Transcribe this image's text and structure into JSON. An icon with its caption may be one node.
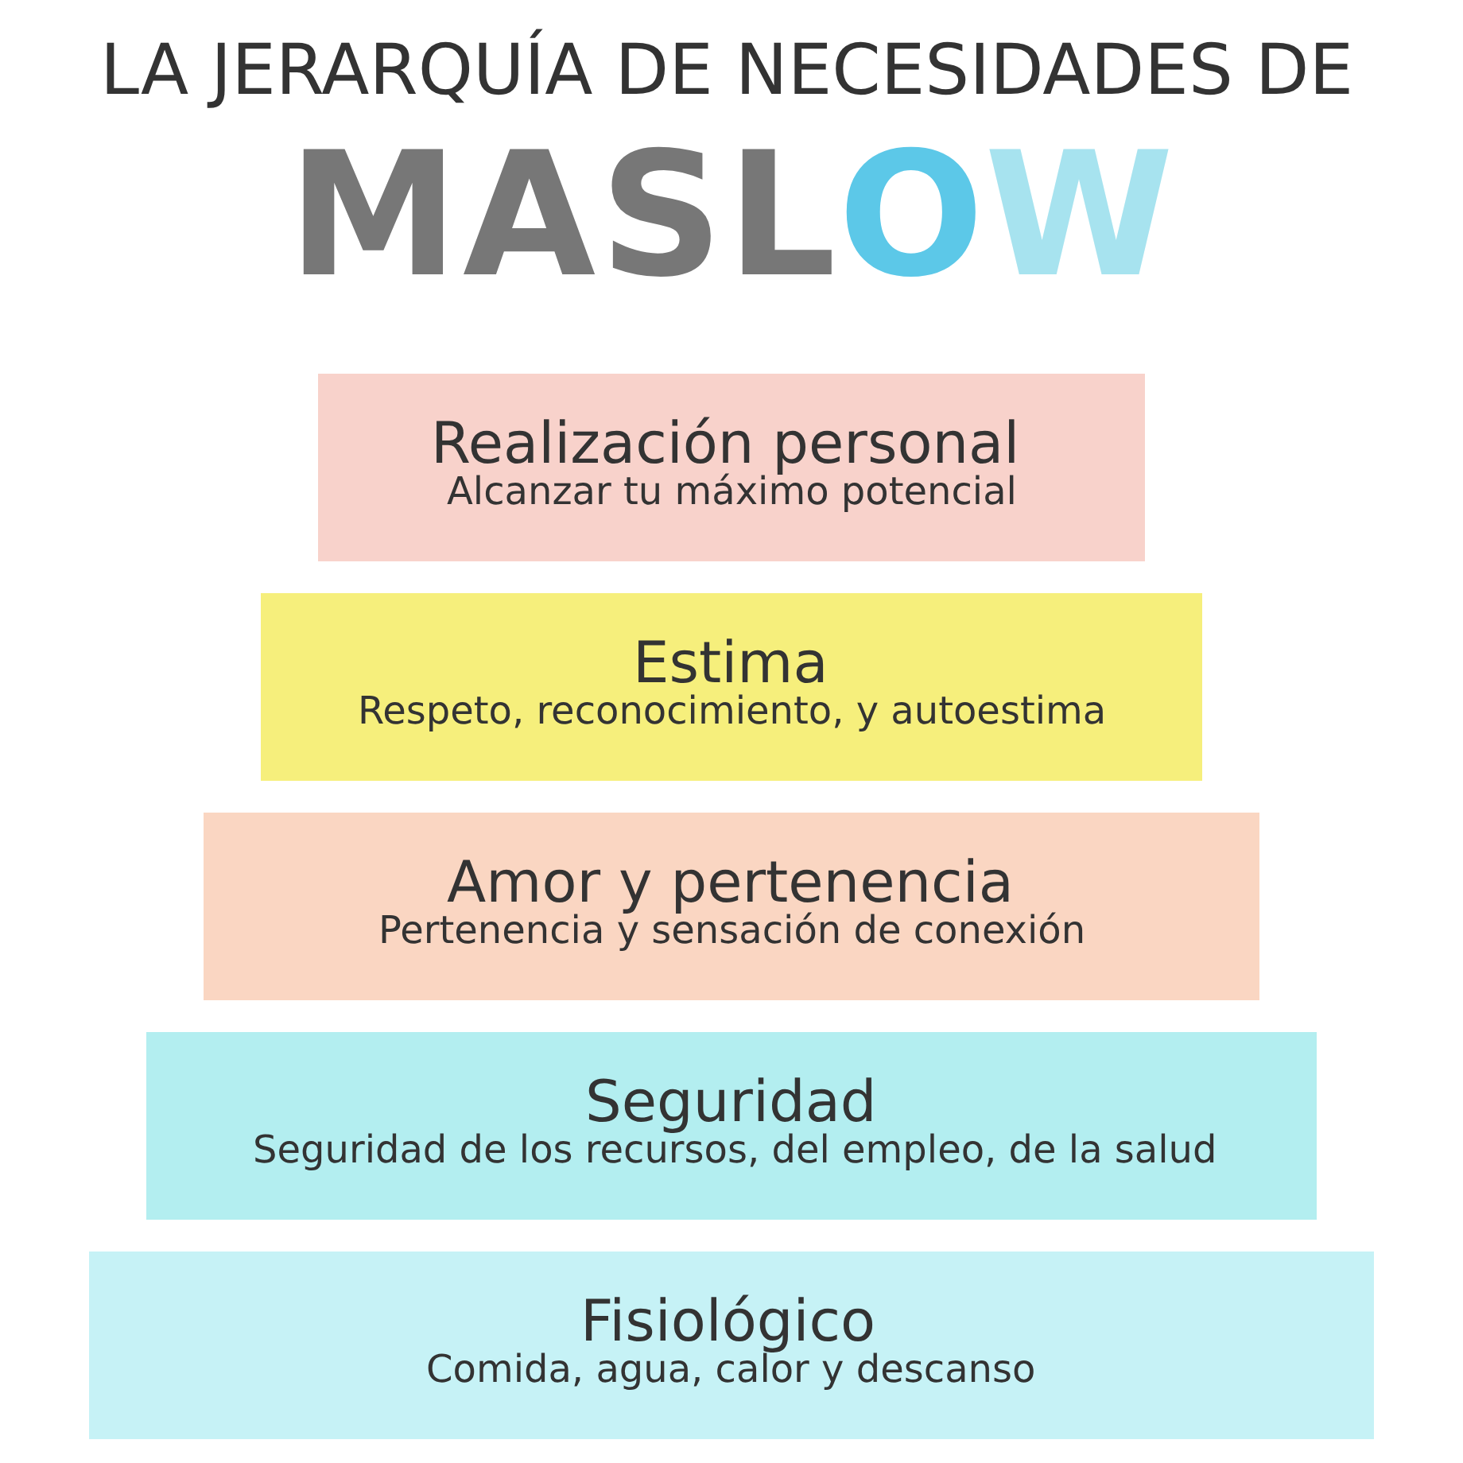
{
  "diagram": {
    "title": "LA JERARQUÍA DE NECESIDADES DE",
    "nodes": [
      {
        "text": [
          "Realización personal",
          "Alcanzar tu máximo potencial"
        ]
      },
      {
        "text": [
          "Estima",
          "Respeto, reconocimiento, y autoestima"
        ]
      },
      {
        "text": [
          "Amor y pertenencia",
          "Pertenencia y sensación de conexión"
        ]
      },
      {
        "text": [
          "Seguridad",
          "Seguridad de los recursos, del empleo, de la salud"
        ]
      },
      {
        "text": [
          "Fisiológico",
          "Comida, agua, calor y descanso"
        ]
      }
    ],
    "edges": [],
    "labels": [
      "MASLOW"
    ]
  }
}
